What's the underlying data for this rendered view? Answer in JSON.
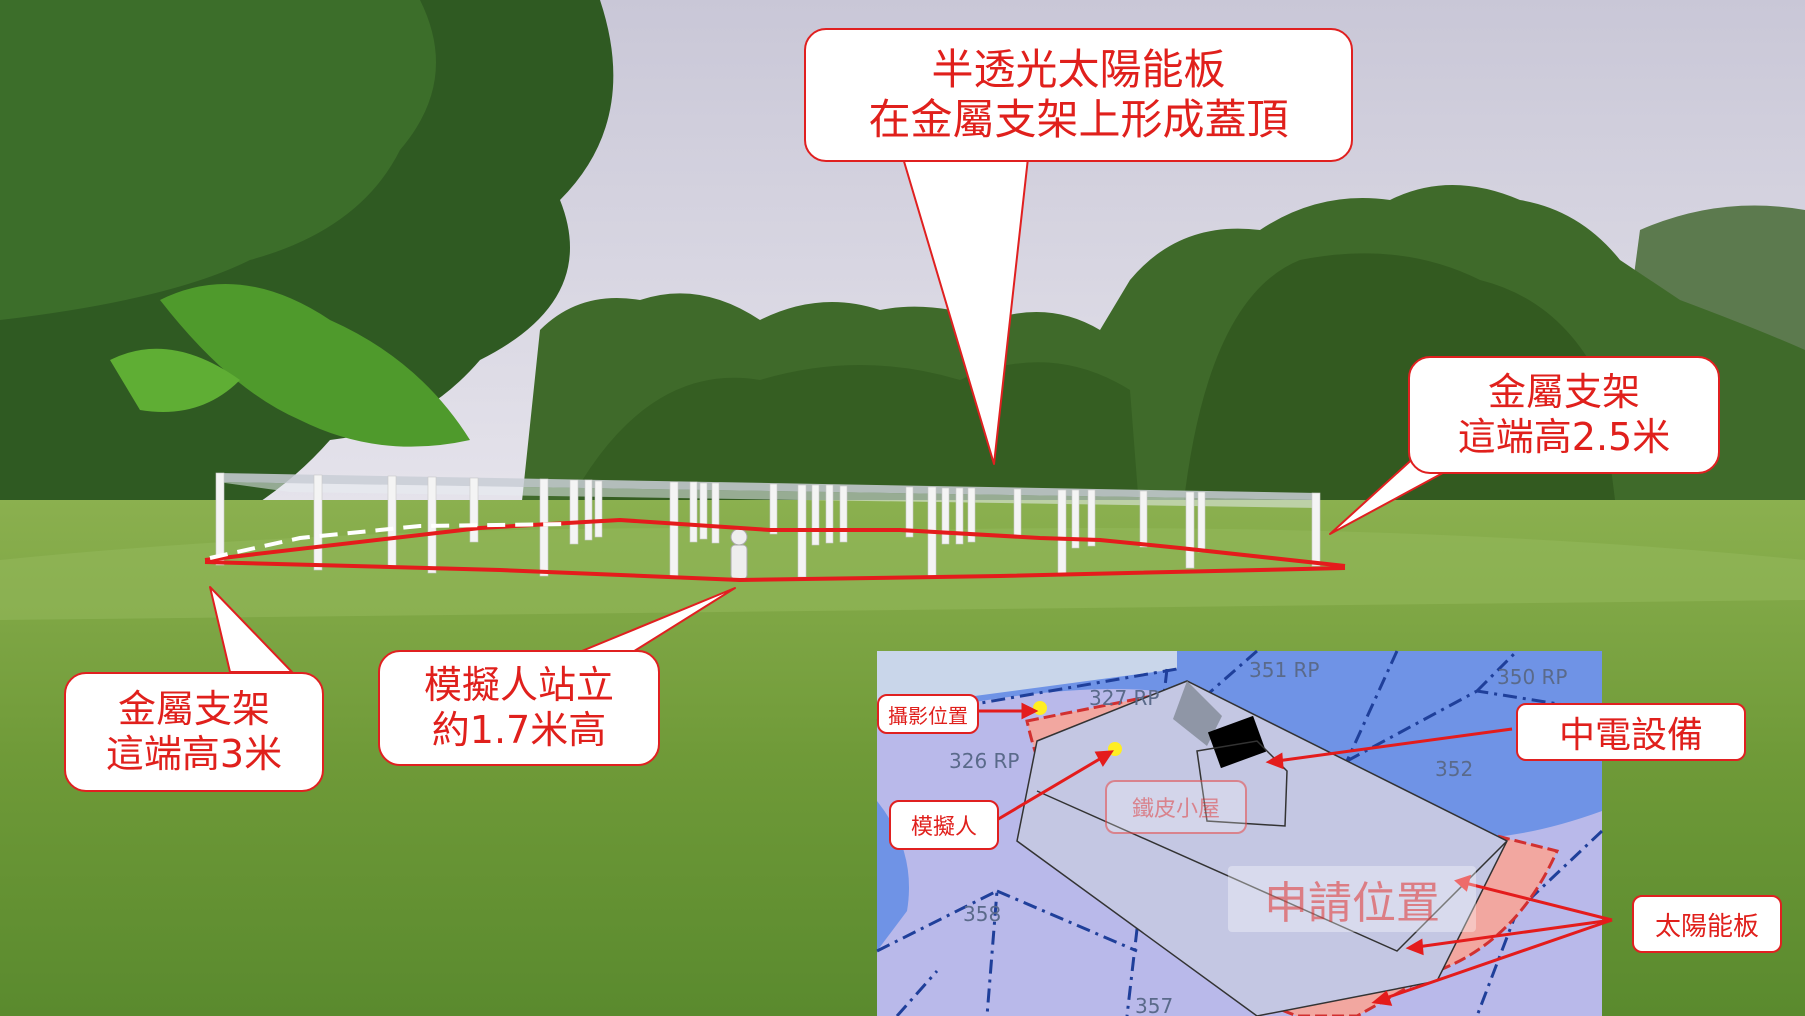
{
  "callouts": {
    "canopy": [
      "半透光太陽能板",
      "在金屬支架上形成蓋頂"
    ],
    "frame_right": [
      "金屬支架",
      "這端高2.5米"
    ],
    "frame_left": [
      "金屬支架",
      "這端高3米"
    ],
    "person": [
      "模擬人站立",
      "約1.7米高"
    ]
  },
  "map": {
    "lot_labels": [
      "351 RP",
      "350 RP",
      "327 RP",
      "326 RP",
      "352",
      "358",
      "357"
    ],
    "labels": {
      "photo_position": "攝影位置",
      "dummy_person": "模擬人",
      "clp_equipment": "中電設備",
      "solar_panels": "太陽能板",
      "iron_hut": "鐵皮小屋",
      "application_site": "申請位置"
    }
  },
  "colors": {
    "callout_red": "#e0201c",
    "map_blue": "#6f93e6",
    "map_lavender": "#b9b9ea"
  }
}
